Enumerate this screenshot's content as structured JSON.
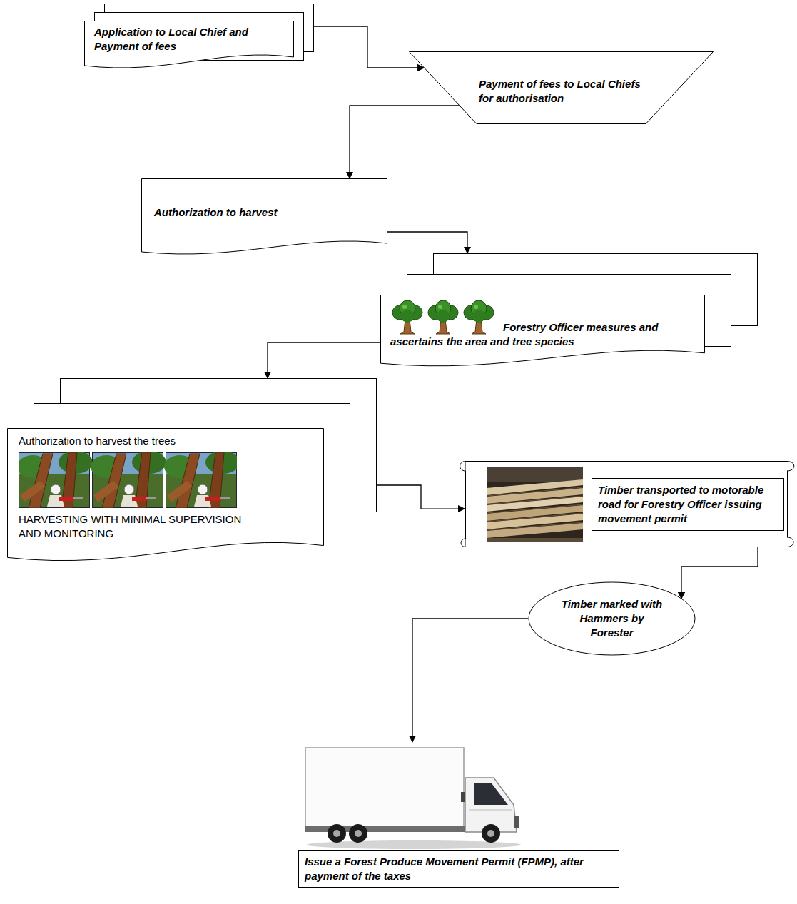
{
  "diagram": {
    "nodes": [
      {
        "text": [
          "Application to Local Chief and Payment of fees"
        ]
      },
      {
        "text": [
          "Payment of fees to Local Chiefs for authorisation"
        ]
      },
      {
        "text": [
          "Authorization to harvest"
        ]
      },
      {
        "text": [
          "Forestry Officer measures and ascertains the area and tree species"
        ]
      },
      {
        "text": [
          "Authorization to harvest the trees",
          "HARVESTING WITH MINIMAL SUPERVISION AND MONITORING"
        ]
      },
      {
        "text": [
          "Timber transported to motorable road for Forestry Officer issuing movement permit"
        ]
      },
      {
        "text": [
          "Timber marked with Hammers by Forester"
        ]
      },
      {
        "text": [
          "Issue a Forest Produce Movement Permit (FPMP), after payment of the taxes"
        ]
      }
    ],
    "edges": [
      {
        "from": 0,
        "to": 1,
        "arrow": "to"
      },
      {
        "from": 1,
        "to": 2,
        "arrow": "to"
      },
      {
        "from": 2,
        "to": 3,
        "arrow": "to"
      },
      {
        "from": 3,
        "to": 4,
        "arrow": "to"
      },
      {
        "from": 4,
        "to": 5,
        "arrow": "to"
      },
      {
        "from": 5,
        "to": 6,
        "arrow": "to"
      },
      {
        "from": 6,
        "to": 7,
        "arrow": "to"
      }
    ]
  }
}
